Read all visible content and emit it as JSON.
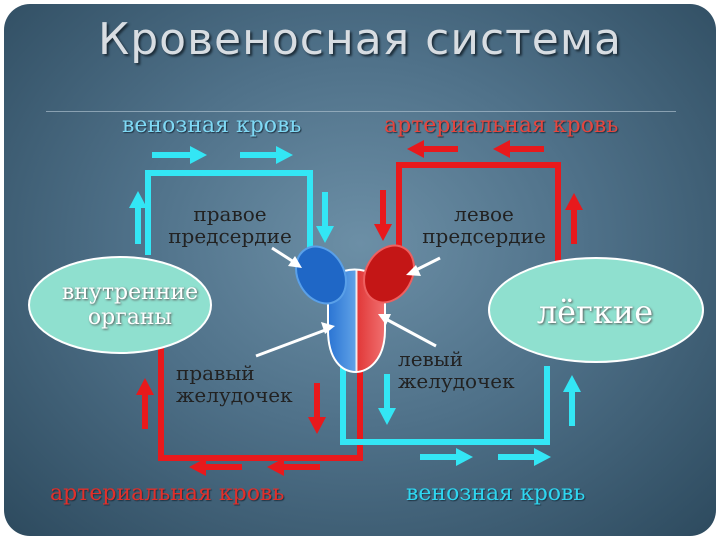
{
  "title": "Кровеносная система",
  "labels": {
    "top_venous": "венозная кровь",
    "top_arterial": "артериальная кровь",
    "bottom_arterial": "артериальная кровь",
    "bottom_venous": "венозная кровь",
    "right_atrium": "правое\nпредсердие",
    "left_atrium": "левое\nпредсердие",
    "right_ventricle": "правый\nжелудочек",
    "left_ventricle": "левый\nжелудочек",
    "internal_organs": "внутренние\nорганы",
    "lungs": "лёгкие"
  },
  "colors": {
    "venous": "#33e6f5",
    "arterial": "#e8191c",
    "heart_blue": "#1f67c6",
    "heart_red": "#d11a1a",
    "organ_fill": "#8fe0cf"
  }
}
